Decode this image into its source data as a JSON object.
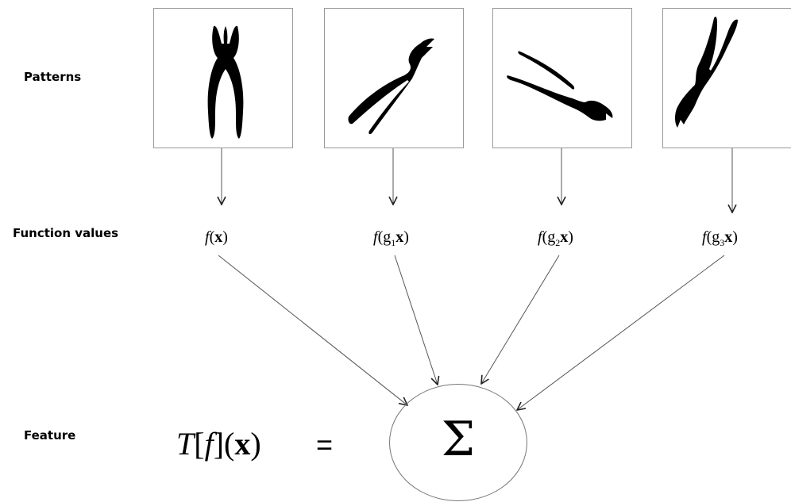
{
  "row_labels": {
    "patterns": "Patterns",
    "function_values": "Function values",
    "feature": "Feature"
  },
  "function_values": [
    {
      "f": "f",
      "open": "(",
      "g": "",
      "sub": "",
      "x": "x",
      "close": ")"
    },
    {
      "f": "f",
      "open": "(",
      "g": "g",
      "sub": "1",
      "x": "x",
      "close": ")"
    },
    {
      "f": "f",
      "open": "(",
      "g": "g",
      "sub": "2",
      "x": "x",
      "close": ")"
    },
    {
      "f": "f",
      "open": "(",
      "g": "g",
      "sub": "3",
      "x": "x",
      "close": ")"
    }
  ],
  "feature": {
    "T": "T",
    "open_bracket": "[",
    "f": "f",
    "close_bracket": "]",
    "open": "(",
    "x": "x",
    "close": ")",
    "equals": "=",
    "sum_symbol": "Σ"
  },
  "pattern_icons": [
    "pliers-icon",
    "pliers-rotated-icon",
    "pliers-rotated-icon",
    "pliers-rotated-icon"
  ],
  "colors": {
    "ink": "#000000",
    "panel_border": "#9a9a9a",
    "arrow": "#555555"
  }
}
